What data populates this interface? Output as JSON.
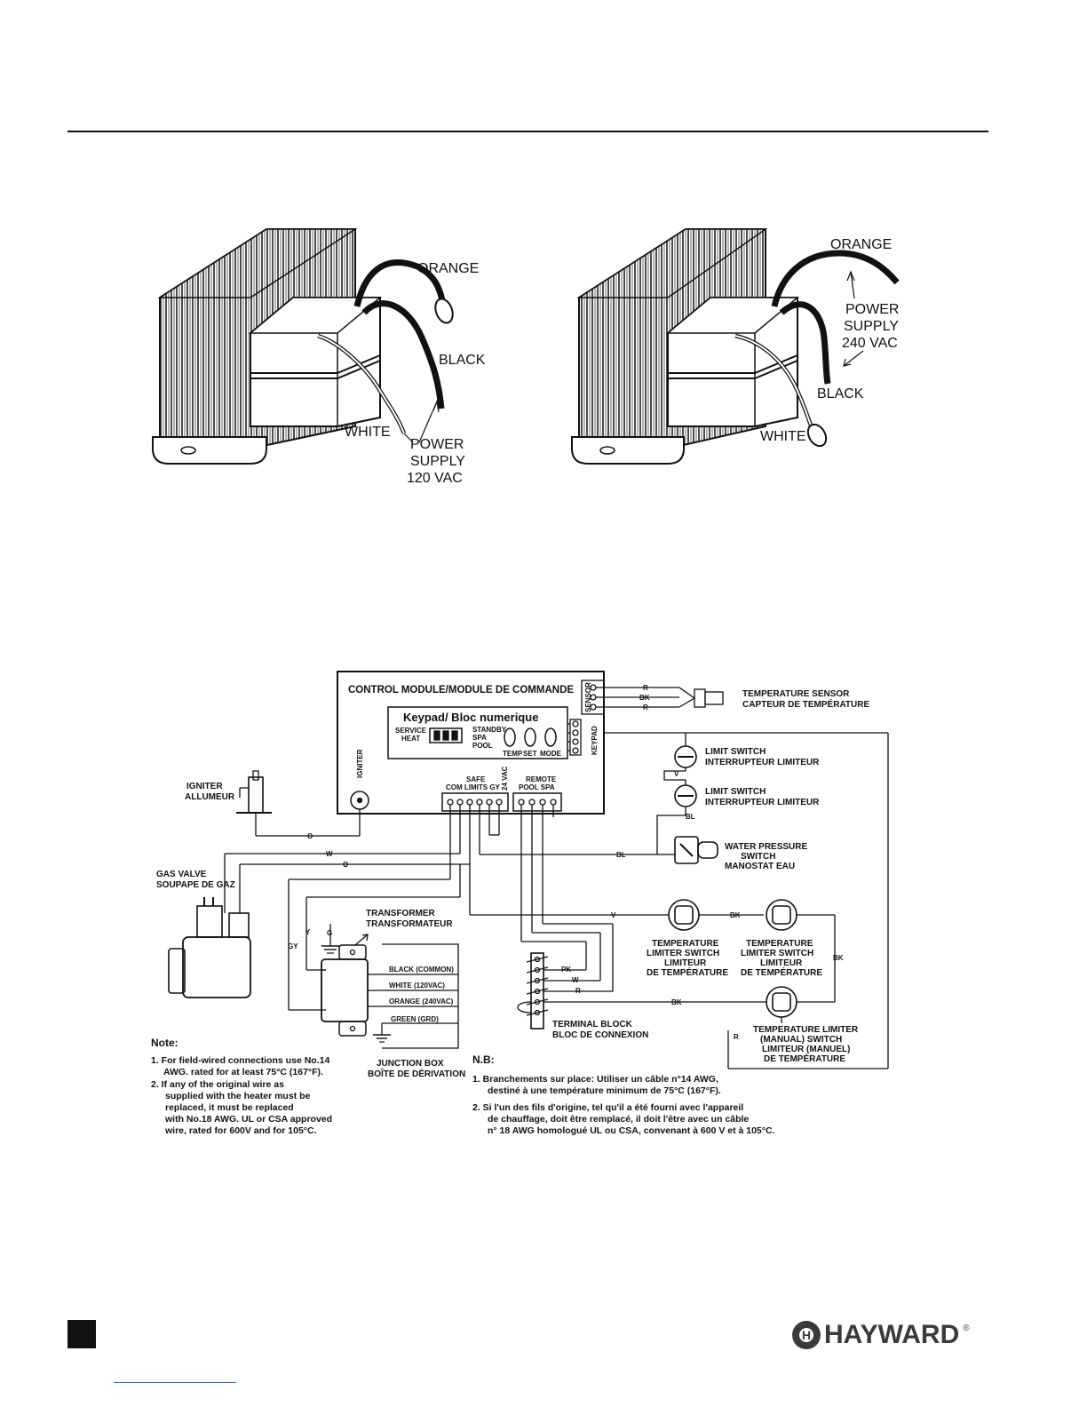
{
  "transformer_120": {
    "orange": "ORANGE",
    "black": "BLACK",
    "white": "WHITE",
    "power": "POWER",
    "supply": "SUPPLY",
    "voltage": "120 VAC"
  },
  "transformer_240": {
    "orange": "ORANGE",
    "power": "POWER",
    "supply": "SUPPLY",
    "voltage": "240 VAC",
    "black": "BLACK",
    "white": "WHITE"
  },
  "wiring": {
    "control_module": "CONTROL MODULE/MODULE DE COMMANDE",
    "keypad_title": "Keypad/ Bloc numerique",
    "service": "SERVICE",
    "heat": "HEAT",
    "standby": "STANDBY",
    "spa": "SPA",
    "pool": "POOL",
    "temp": "TEMP",
    "set": "SET",
    "mode": "MODE",
    "sensor": "SENSOR",
    "keypad_side": "KEYPAD",
    "igniter_side": "IGNITER",
    "safe": "SAFE",
    "com_limits": "COM LIMITS GY",
    "vac24": "24 VAC",
    "remote": "REMOTE",
    "pool_spa": "POOL SPA",
    "temp_sensor_1": "TEMPERATURE SENSOR",
    "temp_sensor_2": "CAPTEUR DE TEMPÉRATURE",
    "limit_switch_1": "LIMIT SWITCH",
    "limit_switch_1b": "INTERRUPTEUR LIMITEUR",
    "limit_switch_2": "LIMIT SWITCH",
    "limit_switch_2b": "INTERRUPTEUR LIMITEUR",
    "igniter_1": "IGNITER",
    "igniter_2": "ALLUMEUR",
    "gas_valve_1": "GAS VALVE",
    "gas_valve_2": "SOUPAPE DE GAZ",
    "water_pressure_1": "WATER PRESSURE",
    "water_pressure_2": "SWITCH",
    "water_pressure_3": "MANOSTAT EAU",
    "transformer_1": "TRANSFORMER",
    "transformer_2": "TRANSFORMATEUR",
    "black_common": "BLACK (COMMON)",
    "white_120": "WHITE (120VAC)",
    "orange_240": "ORANGE (240VAC)",
    "green_grd": "GREEN (GRD)",
    "junction_1": "JUNCTION BOX",
    "junction_2": "BOÎTE DE DÉRIVATION",
    "terminal_1": "TERMINAL BLOCK",
    "terminal_2": "BLOC DE CONNEXION",
    "tls_a1": "TEMPERATURE",
    "tls_a2": "LIMITER SWITCH",
    "tls_a3": "LIMITEUR",
    "tls_a4": "DE TEMPÉRATURE",
    "tls_b1": "TEMPERATURE",
    "tls_b2": "LIMITER SWITCH",
    "tls_b3": "LIMITEUR",
    "tls_b4": "DE TEMPÉRATURE",
    "tlm_1": "TEMPERATURE LIMITER",
    "tlm_2": "(MANUAL) SWITCH",
    "tlm_3": "LIMITEUR (MANUEL)",
    "tlm_4": "DE TEMPÉRATURE",
    "w_R": "R",
    "w_BK": "BK",
    "w_V": "V",
    "w_BL": "BL",
    "w_O": "O",
    "w_W": "W",
    "w_GY": "GY",
    "w_Y": "Y",
    "w_G": "G",
    "w_PK": "PK"
  },
  "notes_en": {
    "title": "Note:",
    "n1a": "1. For field-wired connections use No.14",
    "n1b": "AWG. rated for at least 75°C (167°F).",
    "n2a": "2. If any of the original wire as",
    "n2b": "supplied with the heater must be",
    "n2c": "replaced, it must be replaced",
    "n2d": "with No.18 AWG. UL or CSA approved",
    "n2e": "wire, rated for 600V and for 105°C."
  },
  "notes_fr": {
    "title": "N.B:",
    "n1a": "1. Branchements sur place: Utiliser un câble n°14 AWG,",
    "n1b": "destiné à une température minimum de 75°C (167°F).",
    "n2a": "2. Si l'un des fils d'origine, tel qu'il a été fourni avec l'appareil",
    "n2b": "de chauffage, doit être remplacé, il doit l'être avec un câble",
    "n2c": "n° 18 AWG homologué UL ou CSA, convenant à 600 V et à 105°C."
  },
  "footer": {
    "brand": "HAYWARD",
    "trademark": "®"
  }
}
